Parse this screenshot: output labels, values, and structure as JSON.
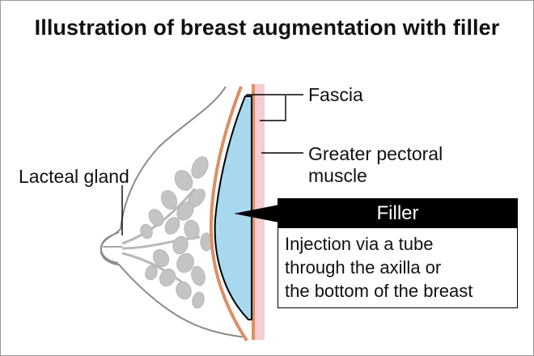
{
  "title": "Illustration of breast augmentation with filler",
  "labels": {
    "fascia": "Fascia",
    "pectoral_line1": "Greater pectoral",
    "pectoral_line2": "muscle",
    "lacteal": "Lacteal gland"
  },
  "callout": {
    "heading": "Filler",
    "body_lines": [
      "Injection via a tube",
      "through the axilla or",
      "the bottom of the breast"
    ]
  },
  "colors": {
    "skin_outline": "#8a8a8a",
    "gland": "#c4c4c4",
    "muscle": "#f5cdd2",
    "fascia": "#dc8f66",
    "filler": "#a8d8ee",
    "callout_head_bg": "#000000"
  }
}
